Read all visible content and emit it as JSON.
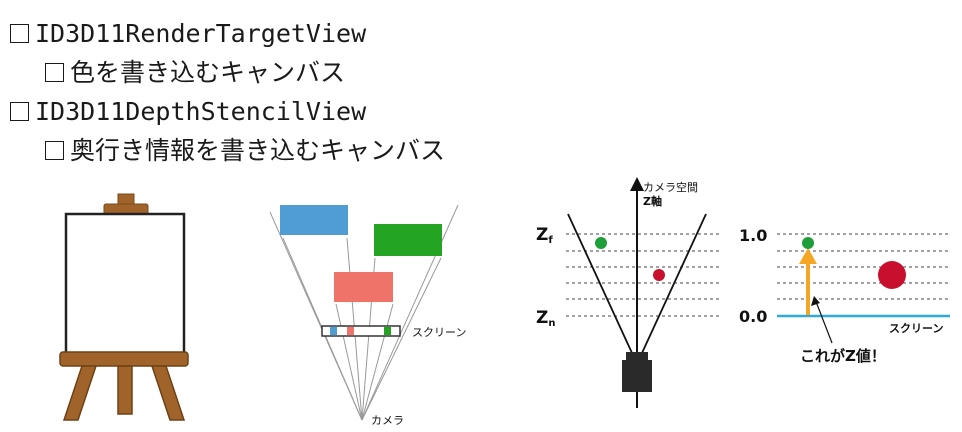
{
  "bullets": [
    {
      "text": "ID3D11RenderTargetView",
      "sub": "色を書き込むキャンバス"
    },
    {
      "text": "ID3D11DepthStencilView",
      "sub": "奥行き情報を書き込むキャンバス"
    }
  ],
  "projection": {
    "screen_label": "スクリーン",
    "camera_label": "カメラ",
    "colors": {
      "blue": "#4f9dd3",
      "green": "#23a523",
      "red": "#f0736a"
    }
  },
  "camera_space": {
    "axis_label_line1": "カメラ空間",
    "axis_label_line2": "Z軸",
    "zf_label": "Z",
    "zf_sub": "f",
    "zn_label": "Z",
    "zn_sub": "n"
  },
  "depth": {
    "top_value": "1.0",
    "bottom_value": "0.0",
    "screen_label": "スクリーン",
    "callout": "これがZ値！",
    "colors": {
      "arrow": "#f5a623",
      "screen": "#2eaadc",
      "dot_green": "#1e9e3a",
      "dot_red": "#c8102e"
    }
  }
}
